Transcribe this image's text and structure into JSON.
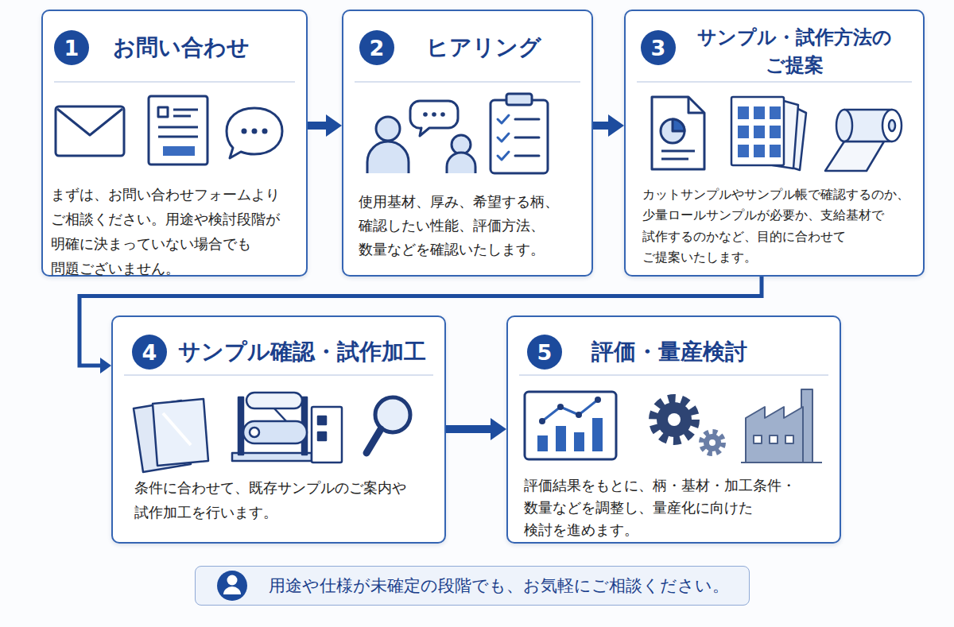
{
  "diagram": {
    "nodes": [
      {
        "text": [
          "お問い合わせ",
          "まずは、お問い合わせフォームより ご相談ください。用途や検討段階が 明確に決まっていない場合でも 問題ございません。"
        ]
      },
      {
        "text": [
          "1"
        ],
        "in": 0
      },
      {
        "text": [
          "ヒアリング",
          "使用基材、厚み、希望する柄、 確認したい性能、評価方法、 数量などを確認いたします。"
        ]
      },
      {
        "text": [
          "2"
        ],
        "in": 2
      },
      {
        "text": [
          "サンプル・試作方法の ご提案",
          "カットサンプルやサンプル帳で確認するのか、 少量ロールサンプルが必要か、支給基材で 試作するのかなど、目的に合わせて ご提案いたします。"
        ]
      },
      {
        "text": [
          "3"
        ],
        "in": 4
      },
      {
        "text": [
          "サンプル確認・試作加工",
          "条件に合わせて、既存サンプルのご案内や 試作加工を行います。"
        ]
      },
      {
        "text": [
          "4"
        ],
        "in": 6
      },
      {
        "text": [
          "評価・量産検討",
          "評価結果をもとに、柄・基材・加工条件・ 数量などを調整し、量産化に向けた 検討を進めます。"
        ]
      },
      {
        "text": [
          "5"
        ],
        "in": 8
      },
      {
        "text": [
          "用途や仕様が未確定の段階でも、お気軽にご相談ください。"
        ]
      }
    ],
    "edges": [
      {
        "from": 0,
        "to": 2,
        "arrow": "to"
      },
      {
        "from": 2,
        "to": 4,
        "arrow": "to"
      },
      {
        "from": 4,
        "to": 6,
        "arrow": "to"
      },
      {
        "from": 6,
        "to": 8,
        "arrow": "to"
      }
    ]
  }
}
